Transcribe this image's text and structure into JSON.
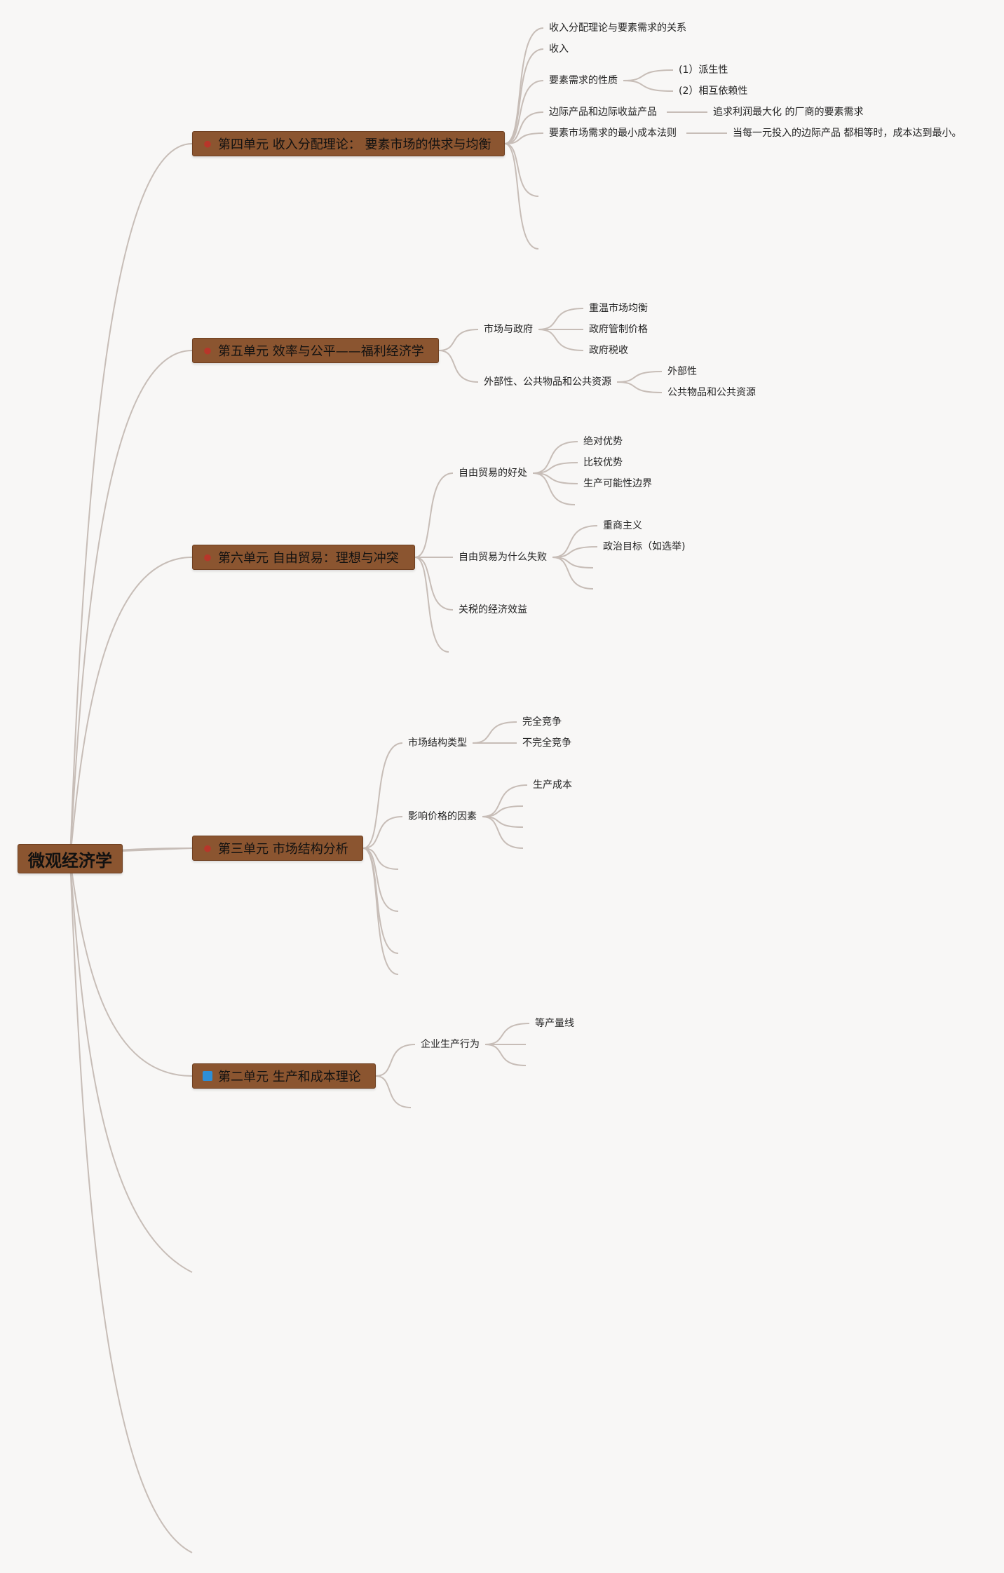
{
  "root": {
    "label": "微观经济学"
  },
  "colors": {
    "node_fill": "#8b5530",
    "link": "#c7bdb7",
    "text": "#222222",
    "background": "#f8f7f6",
    "red_mark": "#b8362a",
    "blue_square": "#2d8fd8"
  },
  "units": [
    {
      "id": "u4",
      "label": "第四单元 收入分配理论： 要素市场的供求与均衡",
      "icon": "red-mark-icon",
      "children": [
        {
          "id": "u4a",
          "label": "收入分配理论与要素需求的关系"
        },
        {
          "id": "u4b",
          "label": "收入"
        },
        {
          "id": "u4c",
          "label": "要素需求的性质",
          "children": [
            {
              "id": "u4c1",
              "label": "(1）派生性"
            },
            {
              "id": "u4c2",
              "label": "(2）相互依赖性"
            }
          ]
        },
        {
          "id": "u4d",
          "label": "边际产品和边际收益产品",
          "children": [
            {
              "id": "u4d1",
              "label": "追求利润最大化 的厂商的要素需求"
            }
          ]
        },
        {
          "id": "u4e",
          "label": "要素市场需求的最小成本法则",
          "children": [
            {
              "id": "u4e1",
              "label": "当每一元投入的边际产品 都相等时，成本达到最小。"
            }
          ]
        },
        {
          "id": "u4f",
          "label": ""
        },
        {
          "id": "u4g",
          "label": ""
        },
        {
          "id": "u4h",
          "label": ""
        }
      ]
    },
    {
      "id": "u5",
      "label": "第五单元 效率与公平——福利经济学",
      "icon": "red-mark-icon",
      "children": [
        {
          "id": "u5a",
          "label": "市场与政府",
          "children": [
            {
              "id": "u5a1",
              "label": "重温市场均衡"
            },
            {
              "id": "u5a2",
              "label": "政府管制价格"
            },
            {
              "id": "u5a3",
              "label": "政府税收"
            }
          ]
        },
        {
          "id": "u5b",
          "label": "外部性、公共物品和公共资源",
          "children": [
            {
              "id": "u5b1",
              "label": "外部性"
            },
            {
              "id": "u5b2",
              "label": "公共物品和公共资源"
            }
          ]
        }
      ]
    },
    {
      "id": "u6",
      "label": "第六单元 自由贸易：理想与冲突",
      "icon": "red-mark-icon",
      "children": [
        {
          "id": "u6a",
          "label": "自由贸易的好处",
          "children": [
            {
              "id": "u6a1",
              "label": "绝对优势"
            },
            {
              "id": "u6a2",
              "label": "比较优势"
            },
            {
              "id": "u6a3",
              "label": "生产可能性边界"
            },
            {
              "id": "u6a4",
              "label": ""
            }
          ]
        },
        {
          "id": "u6b",
          "label": ""
        },
        {
          "id": "u6c",
          "label": "自由贸易为什么失败",
          "children": [
            {
              "id": "u6c1",
              "label": "重商主义"
            },
            {
              "id": "u6c2",
              "label": "政治目标（如选举)"
            },
            {
              "id": "u6c3",
              "label": ""
            },
            {
              "id": "u6c4",
              "label": ""
            }
          ]
        },
        {
          "id": "u6d",
          "label": "关税的经济效益"
        },
        {
          "id": "u6e",
          "label": ""
        }
      ]
    },
    {
      "id": "u3",
      "label": "第三单元 市场结构分析",
      "icon": "red-mark-icon",
      "children": [
        {
          "id": "u3a",
          "label": "市场结构类型",
          "children": [
            {
              "id": "u3a1",
              "label": "完全竞争"
            },
            {
              "id": "u3a2",
              "label": "不完全竞争"
            }
          ]
        },
        {
          "id": "u3b",
          "label": "影响价格的因素",
          "children": [
            {
              "id": "u3b1",
              "label": "生产成本"
            },
            {
              "id": "u3b2",
              "label": ""
            },
            {
              "id": "u3b3",
              "label": ""
            },
            {
              "id": "u3b4",
              "label": ""
            }
          ]
        },
        {
          "id": "u3c",
          "label": ""
        },
        {
          "id": "u3d",
          "label": ""
        },
        {
          "id": "u3e",
          "label": ""
        },
        {
          "id": "u3f",
          "label": ""
        }
      ]
    },
    {
      "id": "u2",
      "label": "第二单元 生产和成本理论",
      "icon": "blue-square-icon",
      "children": [
        {
          "id": "u2a",
          "label": "企业生产行为",
          "children": [
            {
              "id": "u2a1",
              "label": "等产量线"
            },
            {
              "id": "u2a2",
              "label": ""
            },
            {
              "id": "u2a3",
              "label": ""
            }
          ]
        },
        {
          "id": "u2b",
          "label": ""
        }
      ]
    },
    {
      "id": "e1",
      "label": "",
      "empty": true
    },
    {
      "id": "e2",
      "label": "",
      "empty": true
    }
  ]
}
